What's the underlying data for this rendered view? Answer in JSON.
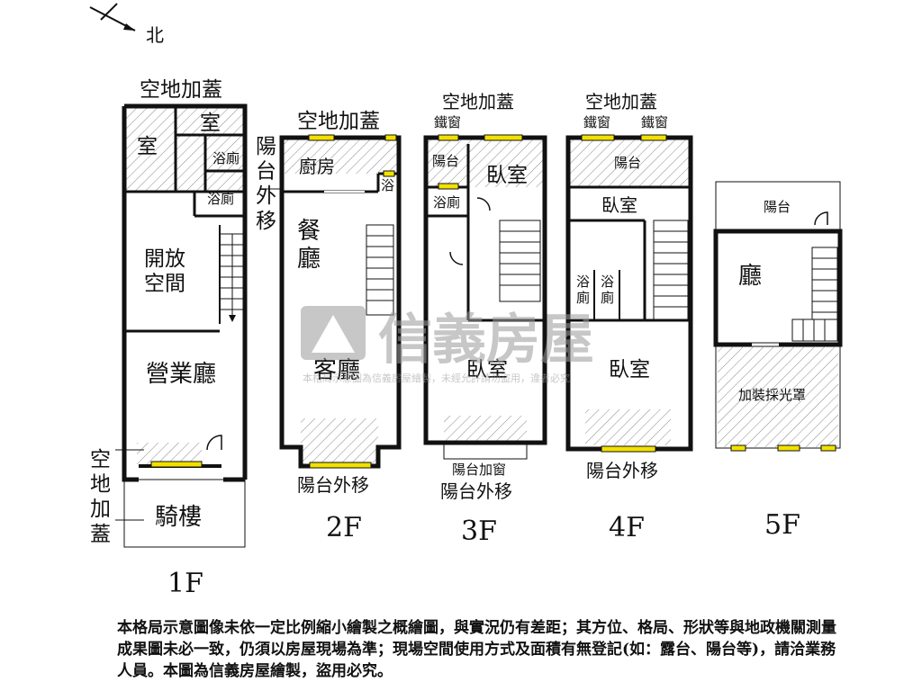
{
  "compass": {
    "label": "北"
  },
  "floors": {
    "f1": {
      "name": "1F",
      "top_label": "空地加蓋",
      "rooms": [
        "室",
        "室",
        "浴廁",
        "浴廁",
        "開放\n空間",
        "營業廳",
        "騎樓"
      ],
      "side_label": "空\n地\n加\n蓋"
    },
    "f2": {
      "name": "2F",
      "top_label": "空地加蓋",
      "side_label": "陽\n台\n外\n移",
      "rooms": [
        "廚房",
        "浴",
        "餐\n廳",
        "客廳"
      ],
      "bottom_label": "陽台外移"
    },
    "f3": {
      "name": "3F",
      "top_label": "空地加蓋",
      "rooms": [
        "鐵窗",
        "陽台",
        "臥室",
        "浴廁",
        "臥室"
      ],
      "bottom_small": "陽台加窗",
      "bottom_label": "陽台外移"
    },
    "f4": {
      "name": "4F",
      "top_label": "空地加蓋",
      "rooms": [
        "鐵窗",
        "鐵窗",
        "陽台",
        "臥室",
        "浴\n廁",
        "浴\n廁",
        "臥室"
      ],
      "bottom_label": "陽台外移"
    },
    "f5": {
      "name": "5F",
      "rooms": [
        "陽台",
        "廳",
        "加裝採光罩"
      ]
    }
  },
  "watermark": {
    "brand": "信義房屋",
    "tagline": "本格局示意圖為信義房屋繪製，未經允許請勿盜用，違者必究"
  },
  "disclaimer": "本格局示意圖像未依一定比例縮小繪製之概繪圖，與實況仍有差距；其方位、格局、形狀等與地政機關測量成果圖未必一致，仍須以房屋現場為準；現場空間使用方式及面積有無登記(如：露台、陽台等)，請洽業務人員。本圖為信義房屋繪製，盜用必究。",
  "colors": {
    "wall": "#111111",
    "window": "#f2e100",
    "watermark": "#9a9a9a",
    "hatch": "#8a8a8a"
  }
}
